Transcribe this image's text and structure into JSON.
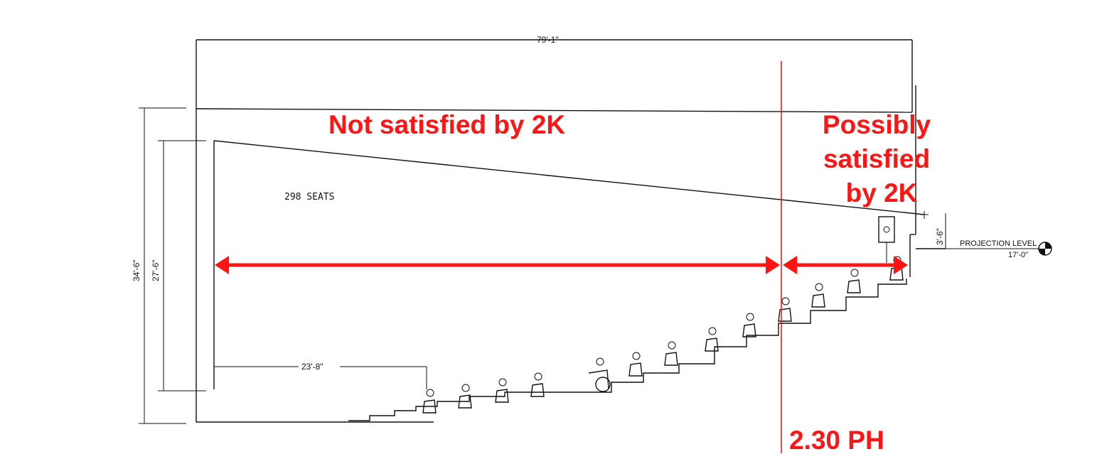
{
  "drawing": {
    "dim_width": "79'-1\"",
    "dim_total_height": "34'-6\"",
    "dim_screen_height": "27'-6\"",
    "dim_first_row": "23'-8\"",
    "dim_projection_offset": "3'-6\"",
    "seats_label": "298 SEATS",
    "projection_label": "PROJECTION LEVEL",
    "projection_elevation": "17'-0\""
  },
  "annotations": {
    "zone_left_label": "Not satisfied by 2K",
    "zone_right_lines": [
      "Possibly",
      "satisfied",
      "by 2K"
    ],
    "threshold_label": "2.30 PH"
  },
  "colors": {
    "annotation": "#ff1414",
    "line_drawing": "#111111"
  }
}
